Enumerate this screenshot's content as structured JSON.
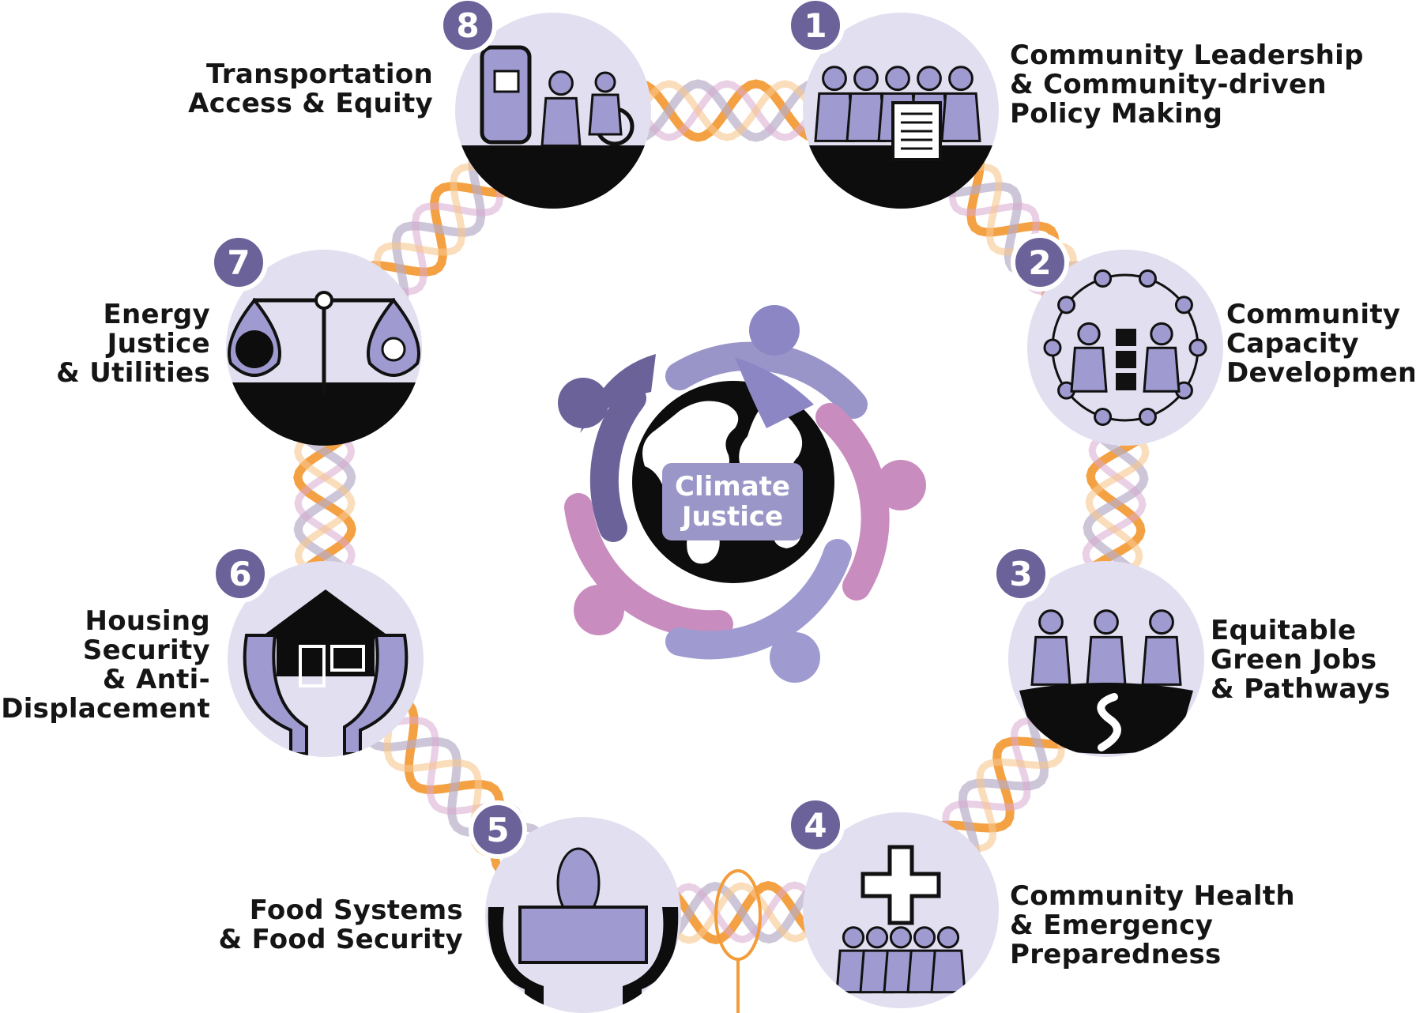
{
  "center": {
    "line1": "Climate",
    "line2": "Justice"
  },
  "colors": {
    "dark_purple": "#6b6299",
    "mid_purple": "#8c86c4",
    "light_purple": "#9f9bd0",
    "pink": "#c98cbf",
    "circle_fill": "#e2dff0",
    "orange": "#f39c3a",
    "black": "#0d0d0d"
  },
  "items": [
    {
      "number": "1",
      "lines": [
        "Community Leadership",
        "& Community-driven",
        "Policy Making"
      ],
      "icon": "people-raising-hands-document-icon"
    },
    {
      "number": "2",
      "lines": [
        "Community",
        "Capacity",
        "Development"
      ],
      "icon": "handshake-network-icon"
    },
    {
      "number": "3",
      "lines": [
        "Equitable",
        "Green Jobs",
        "& Pathways"
      ],
      "icon": "workers-pathway-icon"
    },
    {
      "number": "4",
      "lines": [
        "Community Health",
        "& Emergency",
        "Preparedness"
      ],
      "icon": "medical-cross-people-icon"
    },
    {
      "number": "5",
      "lines": [
        "Food Systems",
        "& Food Security"
      ],
      "icon": "hands-holding-food-icon"
    },
    {
      "number": "6",
      "lines": [
        "Housing",
        "Security",
        "& Anti-",
        "Displacement"
      ],
      "icon": "hands-holding-house-icon"
    },
    {
      "number": "7",
      "lines": [
        "Energy",
        "Justice",
        "& Utilities"
      ],
      "icon": "balance-scale-globe-bulb-icon"
    },
    {
      "number": "8",
      "lines": [
        "Transportation",
        "Access & Equity"
      ],
      "icon": "bus-pedestrian-wheelchair-icon"
    }
  ]
}
